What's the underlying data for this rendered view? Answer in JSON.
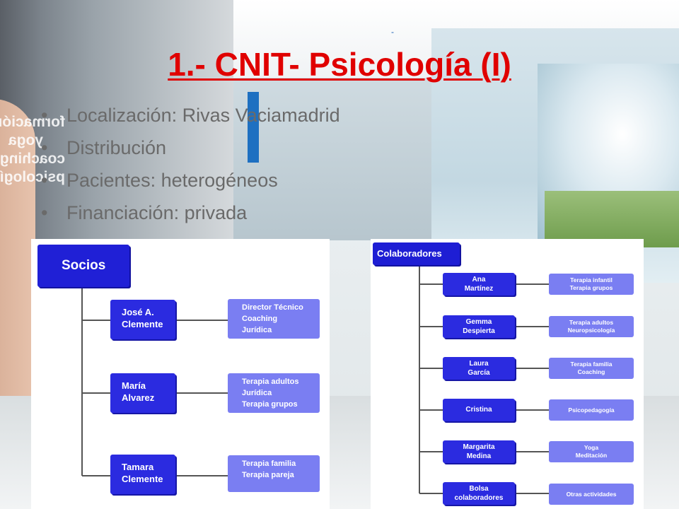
{
  "slide": {
    "title": "1.- CNIT- Psicología (I)",
    "top_mark": "-",
    "bullet_char": "•",
    "bullets": [
      "Localización: Rivas Vaciamadrid",
      "Distribución",
      "Pacientes: heterogéneos",
      "Financiación: privada"
    ],
    "wall_sign": [
      "formación",
      "yoga",
      "coaching",
      "psicología"
    ]
  },
  "org_left": {
    "root": "Socios",
    "members": [
      {
        "name_line1": "José A.",
        "name_line2": "Clemente",
        "roles": [
          "Director Técnico",
          "Coaching",
          "Jurídica"
        ]
      },
      {
        "name_line1": "María",
        "name_line2": "Alvarez",
        "roles": [
          "Terapia adultos",
          "Jurídica",
          "Terapia grupos"
        ]
      },
      {
        "name_line1": "Tamara",
        "name_line2": "Clemente",
        "roles": [
          "Terapia familia",
          "Terapia pareja"
        ]
      }
    ]
  },
  "org_right": {
    "root": "Colaboradores",
    "members": [
      {
        "name_line1": "Ana",
        "name_line2": "Martínez",
        "roles": [
          "Terapia infantil",
          "Terapia grupos"
        ]
      },
      {
        "name_line1": "Gemma",
        "name_line2": "Despierta",
        "roles": [
          "Terapia adultos",
          "Neuropsicología"
        ]
      },
      {
        "name_line1": "Laura",
        "name_line2": "García",
        "roles": [
          "Terapia familia",
          "Coaching"
        ]
      },
      {
        "name_line1": "Cristina",
        "name_line2": "",
        "roles": [
          "Psicopedagogía"
        ]
      },
      {
        "name_line1": "Margarita",
        "name_line2": "Medina",
        "roles": [
          "Yoga",
          "Meditación"
        ]
      },
      {
        "name_line1": "Bolsa",
        "name_line2": "colaboradores",
        "roles": [
          "Otras actividades"
        ]
      }
    ]
  },
  "colors": {
    "title": "#e00000",
    "node_dark": "#2020d6",
    "node_light": "#7a7ef2",
    "connector": "#555555"
  }
}
